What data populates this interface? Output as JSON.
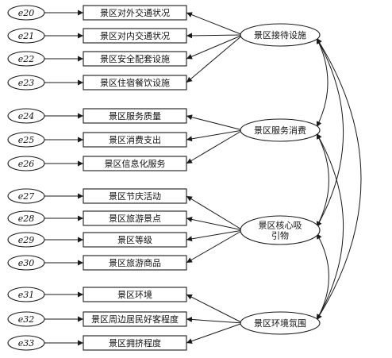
{
  "errors": [
    "e20",
    "e21",
    "e22",
    "e23",
    "e24",
    "e25",
    "e26",
    "e27",
    "e28",
    "e29",
    "e30",
    "e31",
    "e32",
    "e33"
  ],
  "indicators": [
    "景区对外交通状况",
    "景区对内交通状况",
    "景区安全配套设施",
    "景区住宿餐饮设施",
    "景区服务质量",
    "景区消费支出",
    "景区信息化服务",
    "景区节庆活动",
    "景区旅游景点",
    "景区等级",
    "景区旅游商品",
    "景区环境",
    "景区周边居民好客程度",
    "景区拥挤程度"
  ],
  "latents": [
    {
      "lines": [
        "景区接待设施"
      ]
    },
    {
      "lines": [
        "景区服务消费"
      ]
    },
    {
      "lines": [
        "景区核心吸",
        "引物"
      ]
    },
    {
      "lines": [
        "景区环境氛围"
      ]
    }
  ],
  "groups": [
    [
      0,
      1,
      2,
      3
    ],
    [
      4,
      5,
      6
    ],
    [
      7,
      8,
      9,
      10
    ],
    [
      11,
      12,
      13
    ]
  ]
}
